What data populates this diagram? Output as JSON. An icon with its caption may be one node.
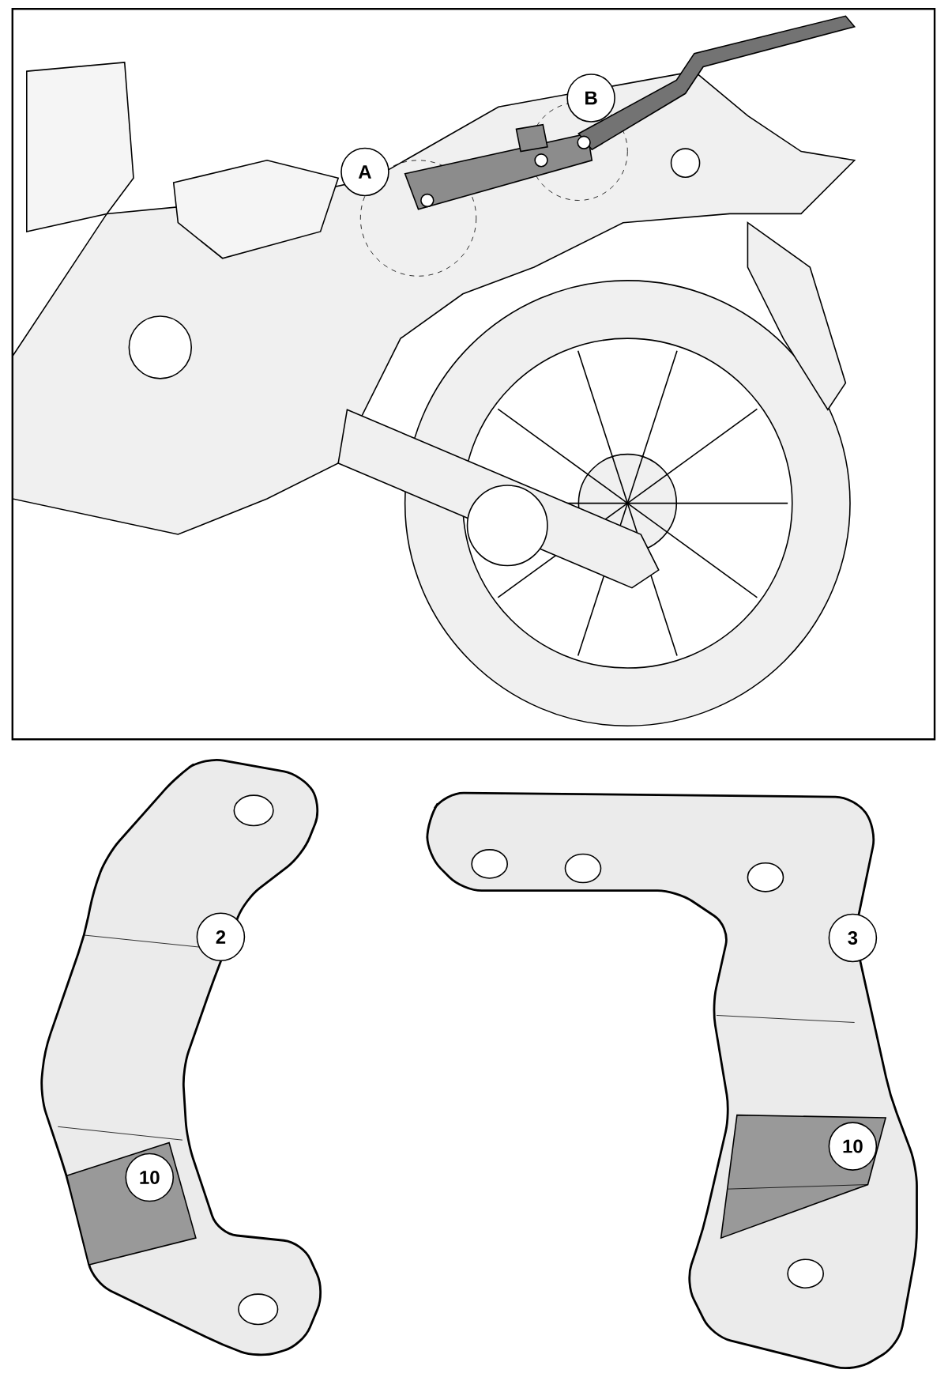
{
  "diagram": {
    "labels": [
      "A",
      "B",
      "2",
      "3",
      "10",
      "10"
    ]
  }
}
